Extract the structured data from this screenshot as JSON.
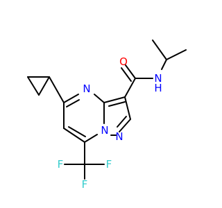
{
  "atoms": {
    "O": {
      "label": "O",
      "color": "#FF0000"
    },
    "N_amide": {
      "label": "N",
      "color": "#0000FF"
    },
    "H_amide": {
      "label": "H",
      "color": "#0000FF"
    },
    "N4": {
      "label": "N",
      "color": "#0000FF"
    },
    "N7a": {
      "label": "N",
      "color": "#0000FF"
    },
    "N1": {
      "label": "N",
      "color": "#0000FF"
    },
    "F1": {
      "label": "F",
      "color": "#33CCCC"
    },
    "F2": {
      "label": "F",
      "color": "#33CCCC"
    },
    "F3": {
      "label": "F",
      "color": "#33CCCC"
    }
  }
}
